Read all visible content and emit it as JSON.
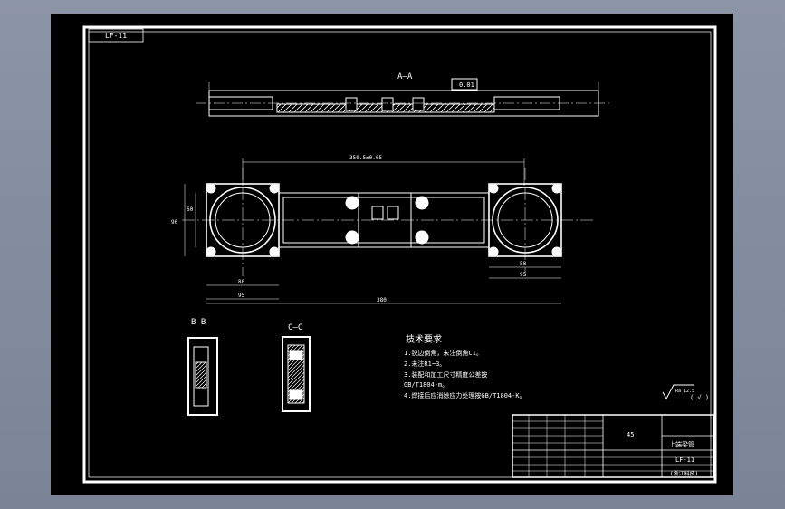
{
  "drawing": {
    "code_box": "LF-11",
    "section_aa": "A—A",
    "section_bb": "B—B",
    "section_cc": "C—C",
    "flatness_tol": "0.01",
    "dim_overall_top": "350.5±0.05",
    "dim_bottom_total": "380",
    "dim_left_80": "80",
    "dim_left_95": "95",
    "dim_right_95": "95",
    "dim_right_58": "58",
    "dim_height_60": "60",
    "dim_height_90": "90",
    "tech_title": "技术要求",
    "tech_lines": [
      "1.锐边倒角，未注倒角C1。",
      "2.未注R1~3。",
      "3.装配和加工尺寸精度公差按",
      "GB/T1804-m。",
      "4.焊接后应消除应力处理按GB/T1804-K。"
    ],
    "roughness": "Ra 12.5",
    "roughness_check": "( √ )",
    "title_block": {
      "material": "45",
      "part_name": "上端梁管",
      "drawing_no": "LF-11",
      "note": "(浙江科技)"
    }
  },
  "colors": {
    "paper": "#000000",
    "line": "#ffffff",
    "accent": "#ffffff"
  }
}
